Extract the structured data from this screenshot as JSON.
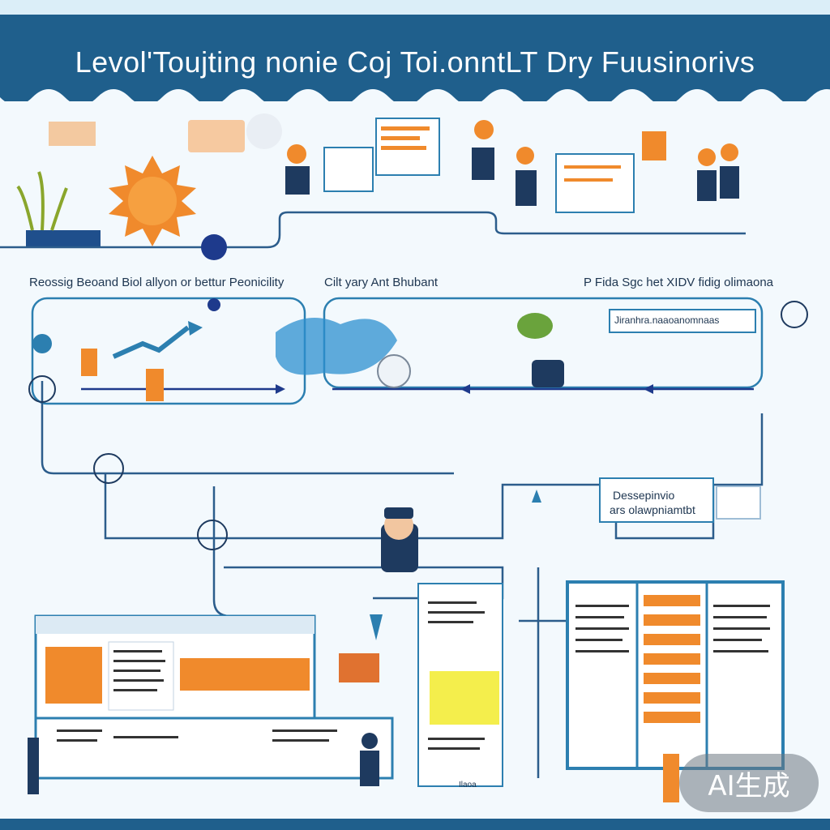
{
  "title": "Levol'Toujting nonie Coj Toi.onntLT Dry Fuusinorivs",
  "labels": {
    "left_section": "Reossig Beoand Biol allyon or bettur Peonicility",
    "middle_section": "Cilt yary Ant Bhubant",
    "right_section": "P Fida Sgc het XIDV fidig olimaona",
    "right_box_line1": "Dessepinvio",
    "right_box_line2": "ars olawpniamtbt",
    "small_panel": "Jiranhra.naaoanomnaas",
    "bottom_doc_caption": "Ilaoa"
  },
  "watermark": "AI生成",
  "colors": {
    "banner": "#1f5f8c",
    "accent_orange": "#f08a2c",
    "line_blue": "#2c7fb0",
    "dark_navy": "#1e3a5f"
  },
  "icons": [
    "sun-icon",
    "plant-icon",
    "person-icon",
    "globe-icon",
    "document-icon",
    "gear-icon",
    "arrow-icon"
  ]
}
